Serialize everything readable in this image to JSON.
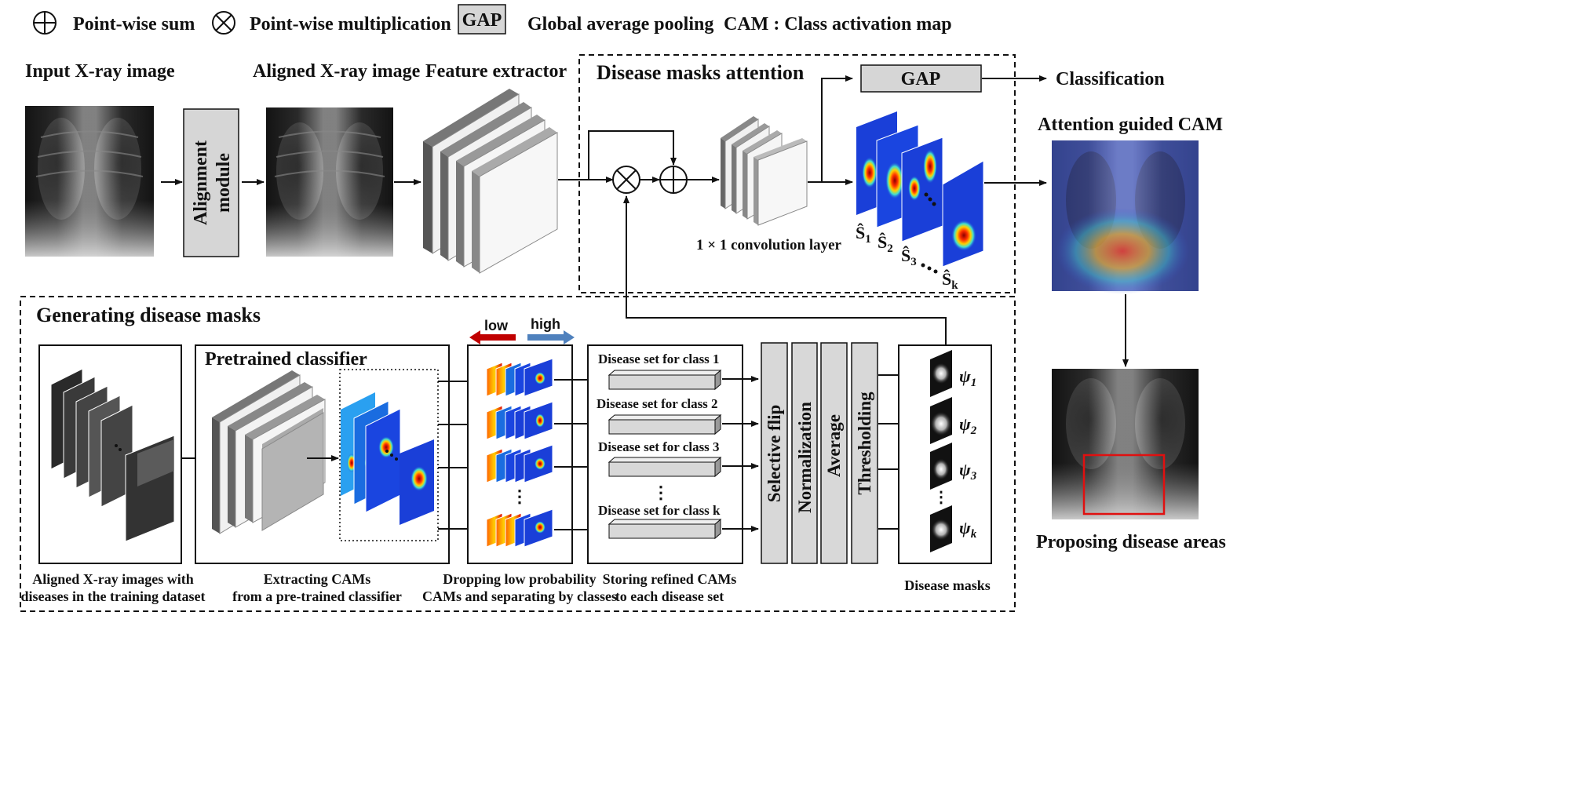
{
  "legend": {
    "sum_label": "Point-wise sum",
    "mult_label": "Point-wise multiplication",
    "gap_box": "GAP",
    "gap_label": "Global average pooling",
    "cam_label": "CAM : Class activation map"
  },
  "top": {
    "input_title": "Input X-ray image",
    "alignment_line1": "Alignment",
    "alignment_line2": "module",
    "aligned_title": "Aligned X-ray image",
    "feature_title": "Feature extractor",
    "attention_title": "Disease masks attention",
    "gap_label": "GAP",
    "classification": "Classification",
    "conv_label": "1 × 1 convolution layer",
    "s1": "Ŝ",
    "s2": "Ŝ",
    "s3": "Ŝ",
    "sk": "Ŝ",
    "sub1": "1",
    "sub2": "2",
    "sub3": "3",
    "subk": "k",
    "cam_title": "Attention guided CAM",
    "proposing": "Proposing disease areas"
  },
  "bottom": {
    "title": "Generating disease masks",
    "pretrained": "Pretrained classifier",
    "low": "low",
    "high": "high",
    "set1": "Disease set for class 1",
    "set2": "Disease set for class 2",
    "set3": "Disease set for class 3",
    "setk": "Disease set for class k",
    "selective_flip": "Selective flip",
    "normalization": "Normalization",
    "average": "Average",
    "thresholding": "Thresholding",
    "psi": "ψ",
    "psi1_sub": "1",
    "psi2_sub": "2",
    "psi3_sub": "3",
    "psik_sub": "k",
    "cap1_line1": "Aligned X-ray images with",
    "cap1_line2": "diseases in the training dataset",
    "cap2_line1": "Extracting CAMs",
    "cap2_line2": "from a pre-trained classifier",
    "cap3_line1": "Dropping low probability",
    "cap3_line2": "CAMs and separating by classes",
    "cap4_line1": "Storing refined CAMs",
    "cap4_line2": "to each disease set",
    "cap5": "Disease masks"
  },
  "colors": {
    "low_arrow": "#c00000",
    "high_arrow": "#4f81bd",
    "roi_box": "#e01010",
    "cam_blue": "#1a3fd8"
  }
}
